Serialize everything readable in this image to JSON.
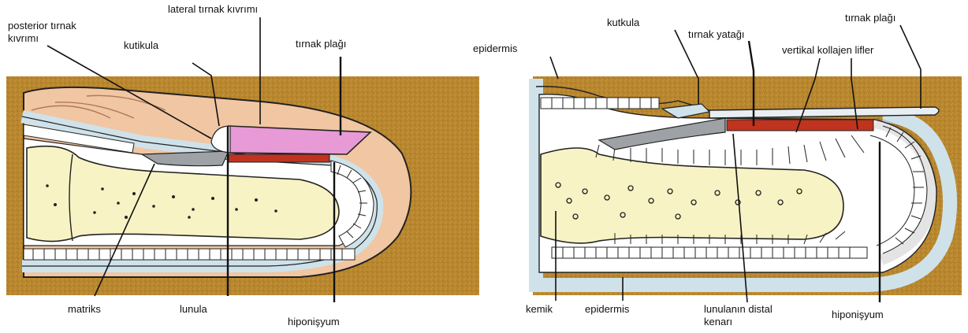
{
  "left_diagram": {
    "labels": {
      "posterior_line1": "posterior tırnak",
      "posterior_line2": "kıvrımı",
      "lateral": "lateral tırnak kıvrımı",
      "kutikula": "kutikula",
      "tirnak_plagi": "tırnak plağı",
      "matriks": "matriks",
      "lunula": "lunula",
      "hiponisyum": "hiponişyum"
    }
  },
  "right_diagram": {
    "labels": {
      "epidermis_top": "epidermis",
      "kutkula": "kutkula",
      "tirnak_yatagi": "tırnak yatağı",
      "tirnak_plagi": "tırnak plağı",
      "vertikal": "vertikal kollajen lifler",
      "kemik": "kemik",
      "epidermis_bottom": "epidermis",
      "distal_line1": "lunulanın distal",
      "distal_line2": "kenarı",
      "hiponisyum": "hiponişyum"
    }
  },
  "colors": {
    "background_band": "#b8862e",
    "skin": "#f1c6a2",
    "bone": "#f7f3c4",
    "epidermis": "#cfe2ea",
    "nail_plate": "#e79ad6",
    "nail_bed": "#c0331e",
    "matrix": "#9ea2a6"
  }
}
